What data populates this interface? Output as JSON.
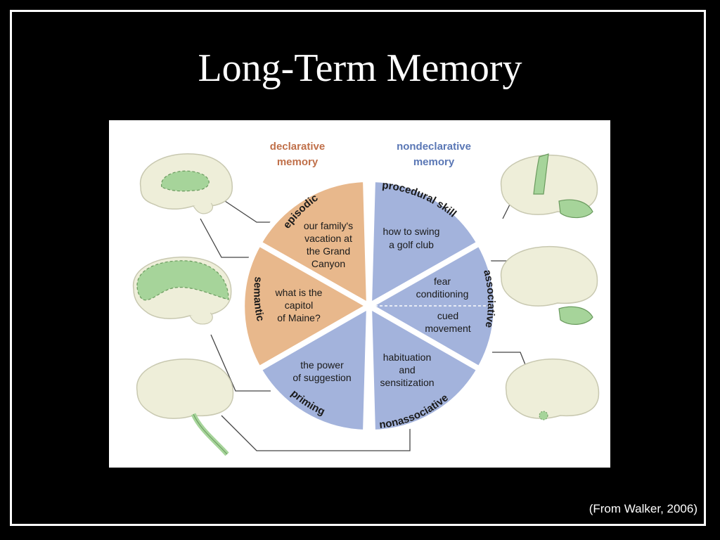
{
  "slide": {
    "title": "Long-Term Memory",
    "citation": "(From Walker, 2006)"
  },
  "diagram": {
    "declarative_header": [
      "declarative",
      "memory"
    ],
    "nondeclarative_header": [
      "nondeclarative",
      "memory"
    ],
    "segments": {
      "episodic": {
        "label": "episodic",
        "example": [
          "our family's",
          "vacation at",
          "the Grand",
          "Canyon"
        ]
      },
      "semantic": {
        "label": "semantic",
        "example": [
          "what is the",
          "capitol",
          "of Maine?"
        ]
      },
      "priming": {
        "label": "priming",
        "example": [
          "the power",
          "of suggestion"
        ]
      },
      "procedural": {
        "label": "procedural skill",
        "example": [
          "how to swing",
          "a golf club"
        ]
      },
      "associative": {
        "label": "associative",
        "example_fear": [
          "fear",
          "conditioning"
        ],
        "example_cued": [
          "cued",
          "movement"
        ]
      },
      "nonassociative": {
        "label": "nonassociative",
        "example": [
          "habituation",
          "and",
          "sensitization"
        ]
      }
    },
    "colors": {
      "declarative": "#e8b88c",
      "nondeclarative": "#a3b3dc",
      "brain": "#eeeed9",
      "highlight": "#a6d49a"
    }
  }
}
